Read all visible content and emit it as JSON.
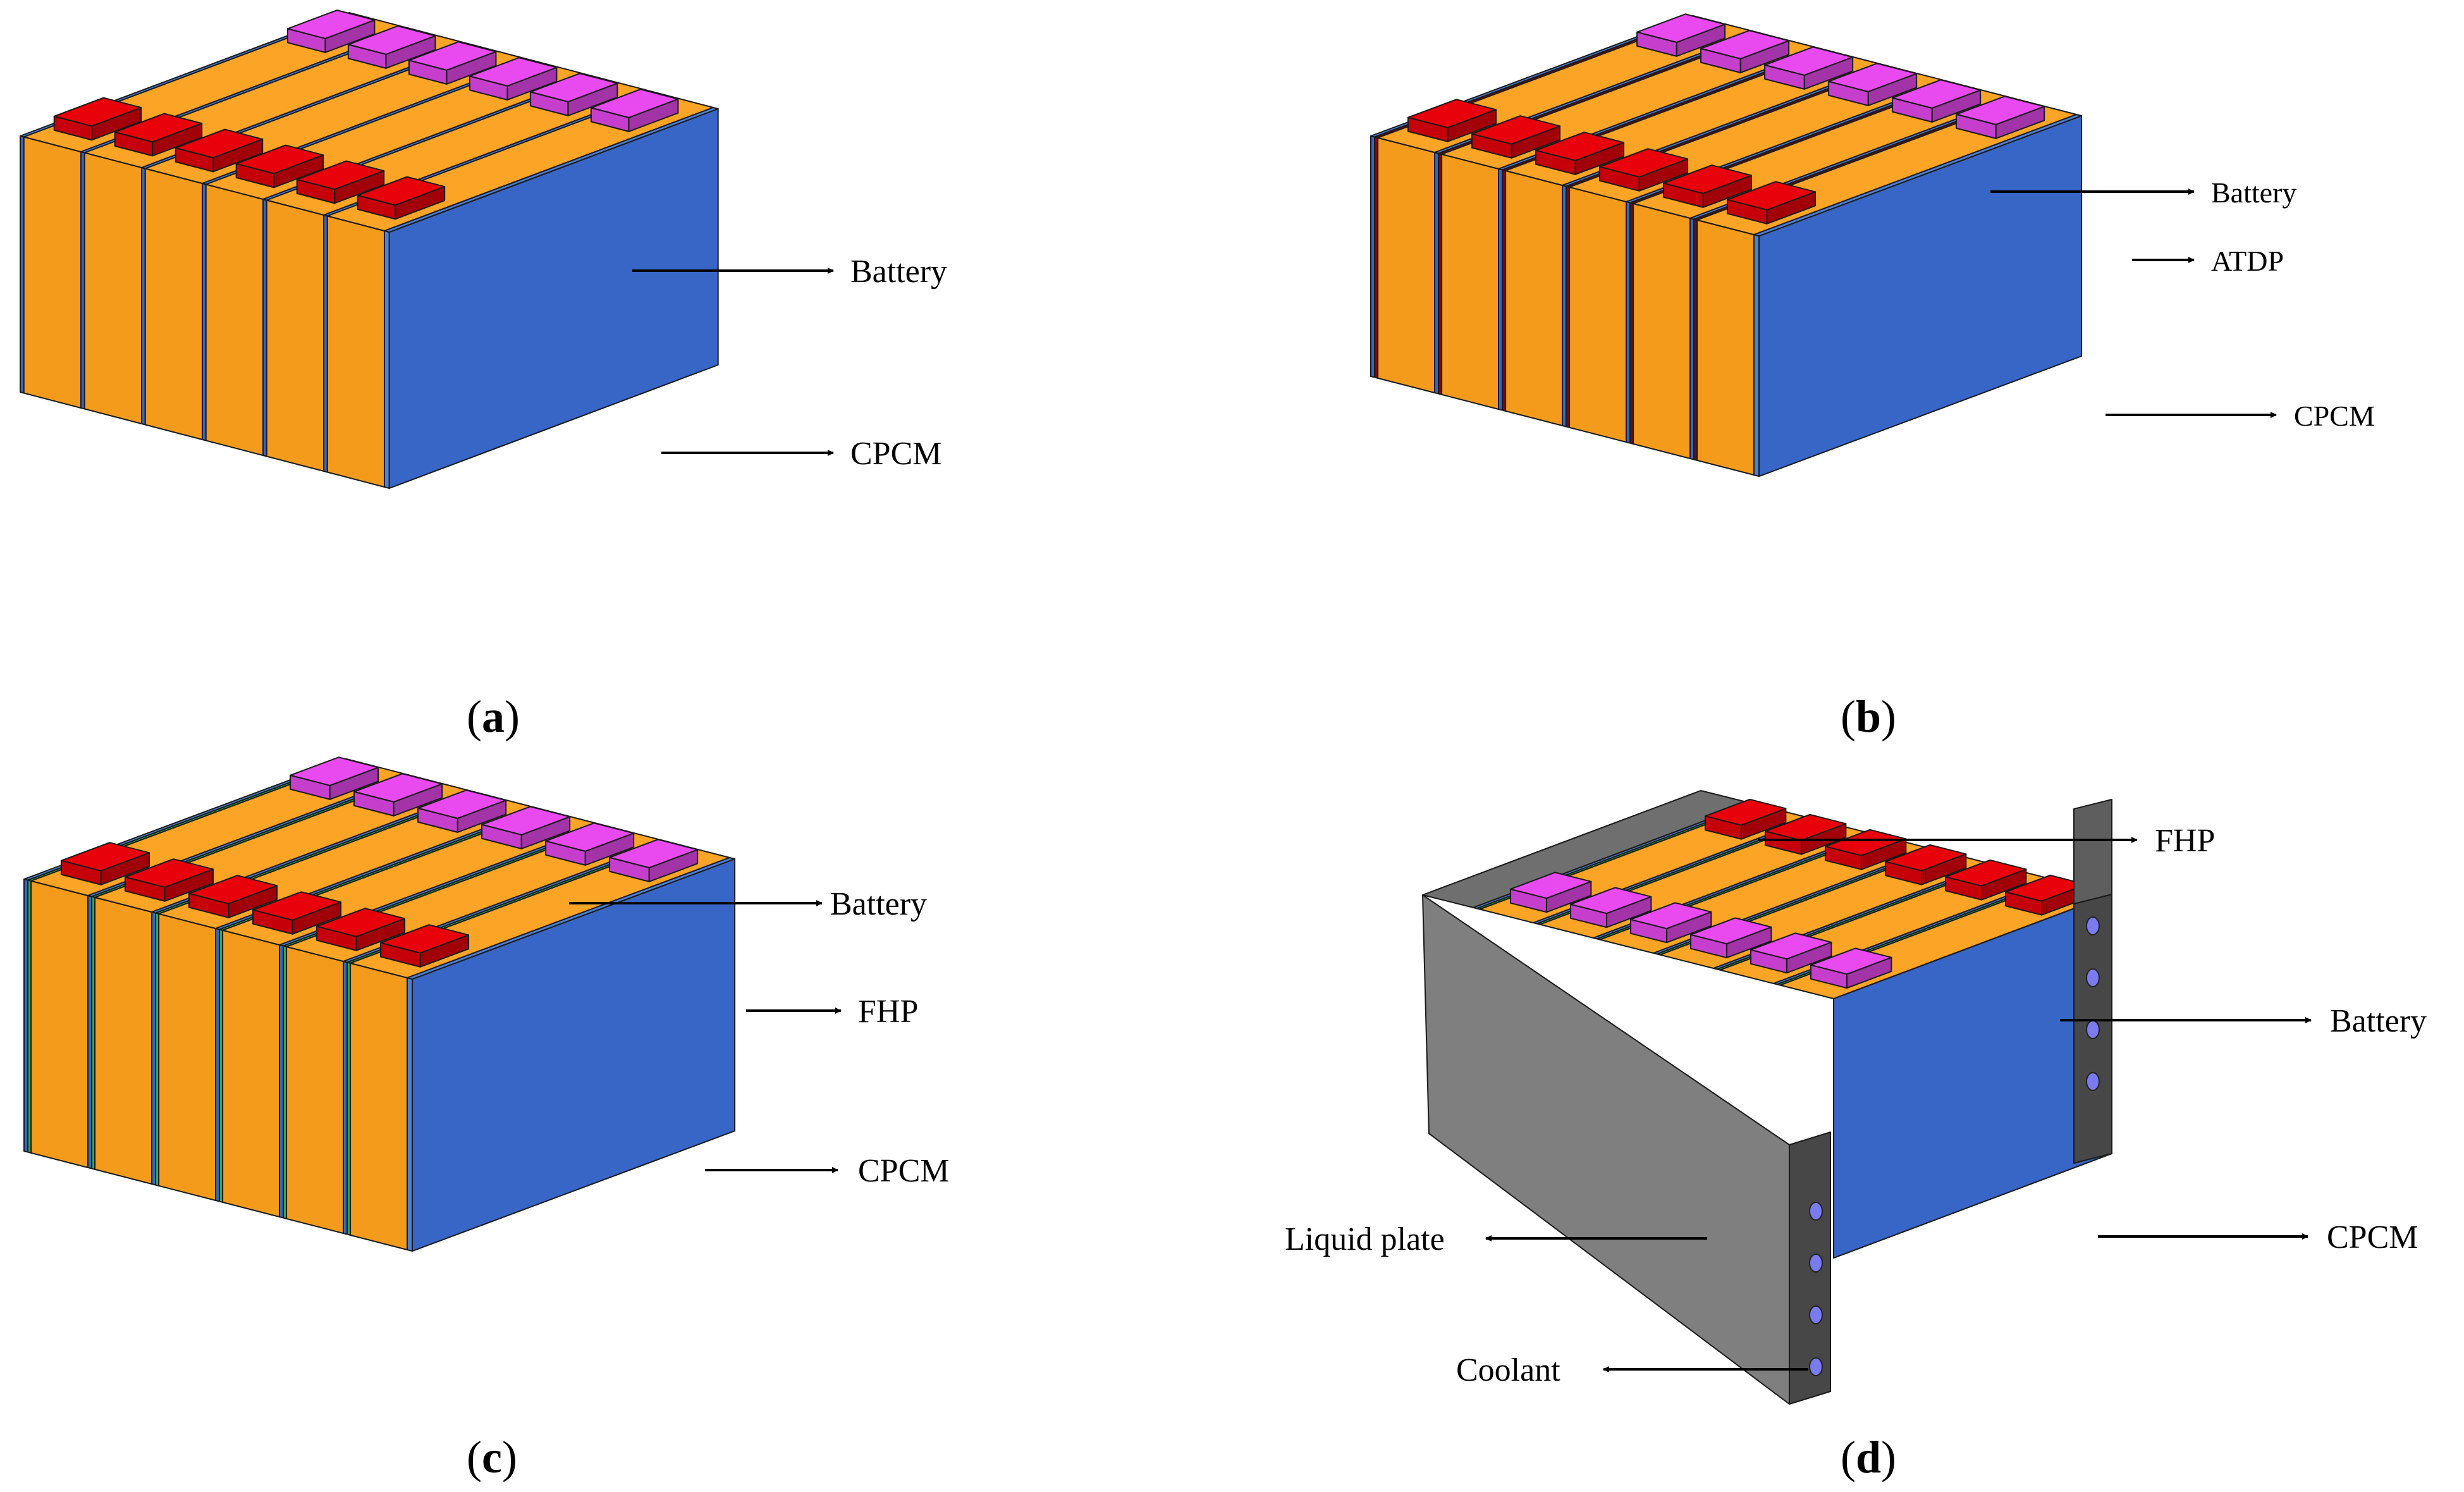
{
  "colors": {
    "battery": "#FBA425",
    "battery_front": "#F59B1C",
    "cpcm": "#3866C6",
    "cpcm_top": "#4C82D9",
    "negative_tab": "#E8000B",
    "positive_tab": "#E84AF0",
    "atdp": "#7A0A0A",
    "fhp": "#2CB04A",
    "liquid_plate": "#7F7F7F",
    "liquid_plate_front": "#474747",
    "coolant_channel": "#7B7BF0"
  },
  "panels": {
    "a": {
      "caption_open": "(",
      "caption_letter": "a",
      "caption_close": ")",
      "labels": {
        "battery": "Battery",
        "cpcm": "CPCM"
      }
    },
    "b": {
      "caption_open": "(",
      "caption_letter": "b",
      "caption_close": ")",
      "labels": {
        "battery": "Battery",
        "atdp": "ATDP",
        "cpcm": "CPCM"
      }
    },
    "c": {
      "caption_open": "(",
      "caption_letter": "c",
      "caption_close": ")",
      "labels": {
        "battery": "Battery",
        "fhp": "FHP",
        "cpcm": "CPCM"
      }
    },
    "d": {
      "caption_open": "(",
      "caption_letter": "d",
      "caption_close": ")",
      "labels": {
        "fhp": "FHP",
        "battery": "Battery",
        "liquid_plate": "Liquid plate",
        "cpcm": "CPCM",
        "coolant": "Coolant"
      }
    }
  }
}
